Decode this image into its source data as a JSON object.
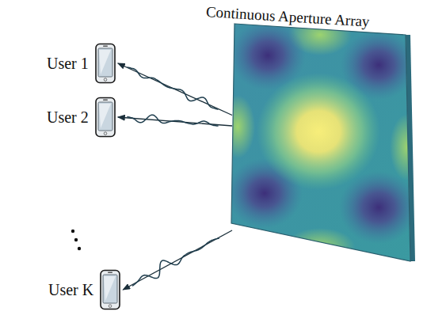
{
  "diagram": {
    "nodes": [
      {
        "text": [
          "Continuous Aperture Array"
        ]
      },
      {
        "text": [
          "User 1"
        ]
      },
      {
        "text": [
          "User 2"
        ]
      },
      {
        "text": [
          "User K"
        ]
      }
    ],
    "edges": [
      {
        "from": 0,
        "to": 1,
        "arrow": "to"
      },
      {
        "from": 0,
        "to": 2,
        "arrow": "to"
      },
      {
        "from": 0,
        "to": 3,
        "arrow": "to"
      }
    ]
  }
}
